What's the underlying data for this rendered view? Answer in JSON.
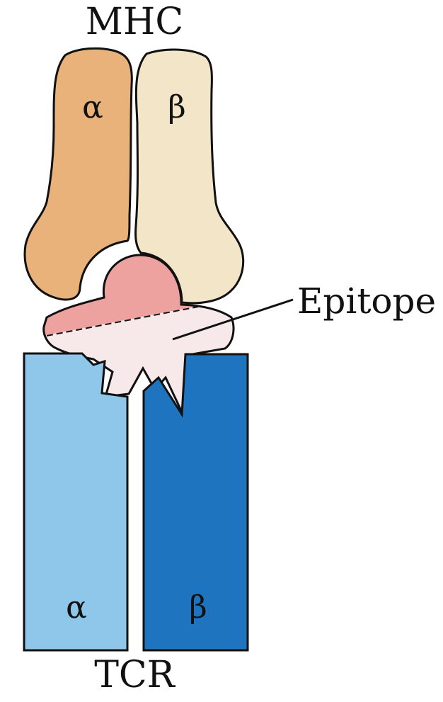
{
  "labels": {
    "mhc": "MHC",
    "tcr": "TCR",
    "epitope": "Epitope",
    "mhc_alpha": "α",
    "mhc_beta": "β",
    "tcr_alpha": "α",
    "tcr_beta": "β"
  },
  "colors": {
    "mhc_alpha": "#e8b27a",
    "mhc_beta": "#f3e6c8",
    "epitope_top": "#eea2a0",
    "epitope_bottom": "#f7e8ea",
    "tcr_alpha": "#8fc7ea",
    "tcr_beta": "#1f74bf",
    "outline": "#111111"
  }
}
